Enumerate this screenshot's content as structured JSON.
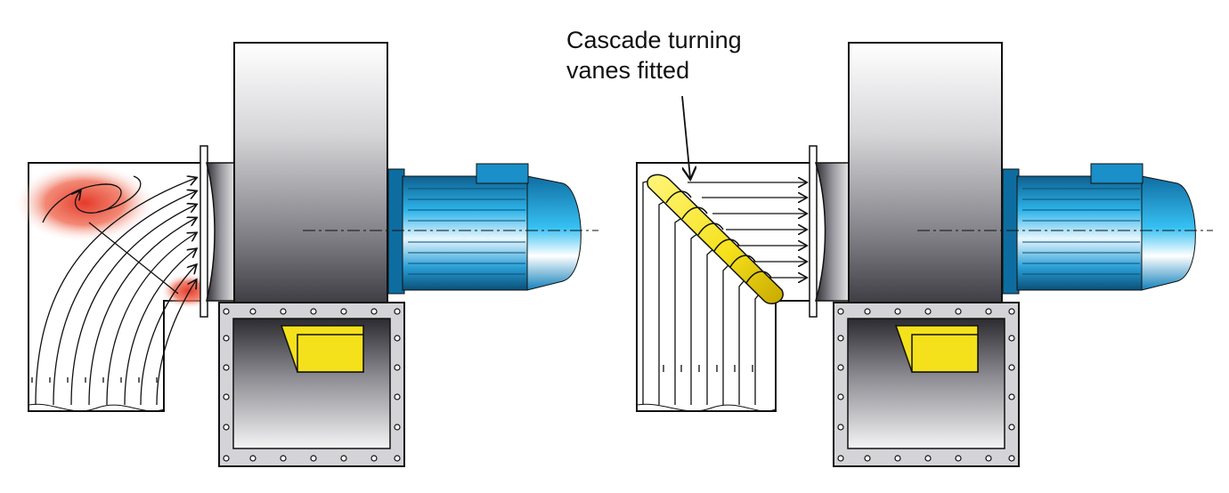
{
  "annotation": {
    "line1": "Cascade turning",
    "line2": "vanes fitted"
  },
  "colors": {
    "motor_blue": "#1aa7e0",
    "motor_dark": "#0b6fa4",
    "vane_yellow": "#f5e11b",
    "turbulence_red": "#e53a2a",
    "casing_steel": "#cfcfd3",
    "outline": "#111111"
  },
  "panels": [
    {
      "id": "left",
      "vanes_fitted": false,
      "turbulence_zones": 2
    },
    {
      "id": "right",
      "vanes_fitted": true,
      "turbulence_zones": 0
    }
  ]
}
